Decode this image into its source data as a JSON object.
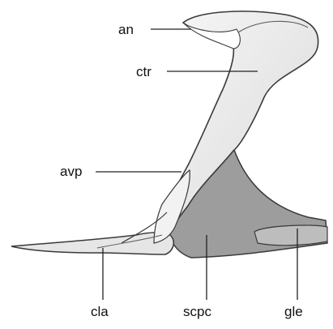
{
  "figure": {
    "labels": {
      "an": "an",
      "ctr": "ctr",
      "avp": "avp",
      "cla": "cla",
      "scpc": "scpc",
      "gle": "gle"
    },
    "colors": {
      "bone_fill": "#ebebeb",
      "scapulocoracoid_fill": "#9d9d9d",
      "outline": "#3a3a3a",
      "leader_line": "#222222",
      "label_text": "#111111",
      "background": "#ffffff"
    }
  }
}
